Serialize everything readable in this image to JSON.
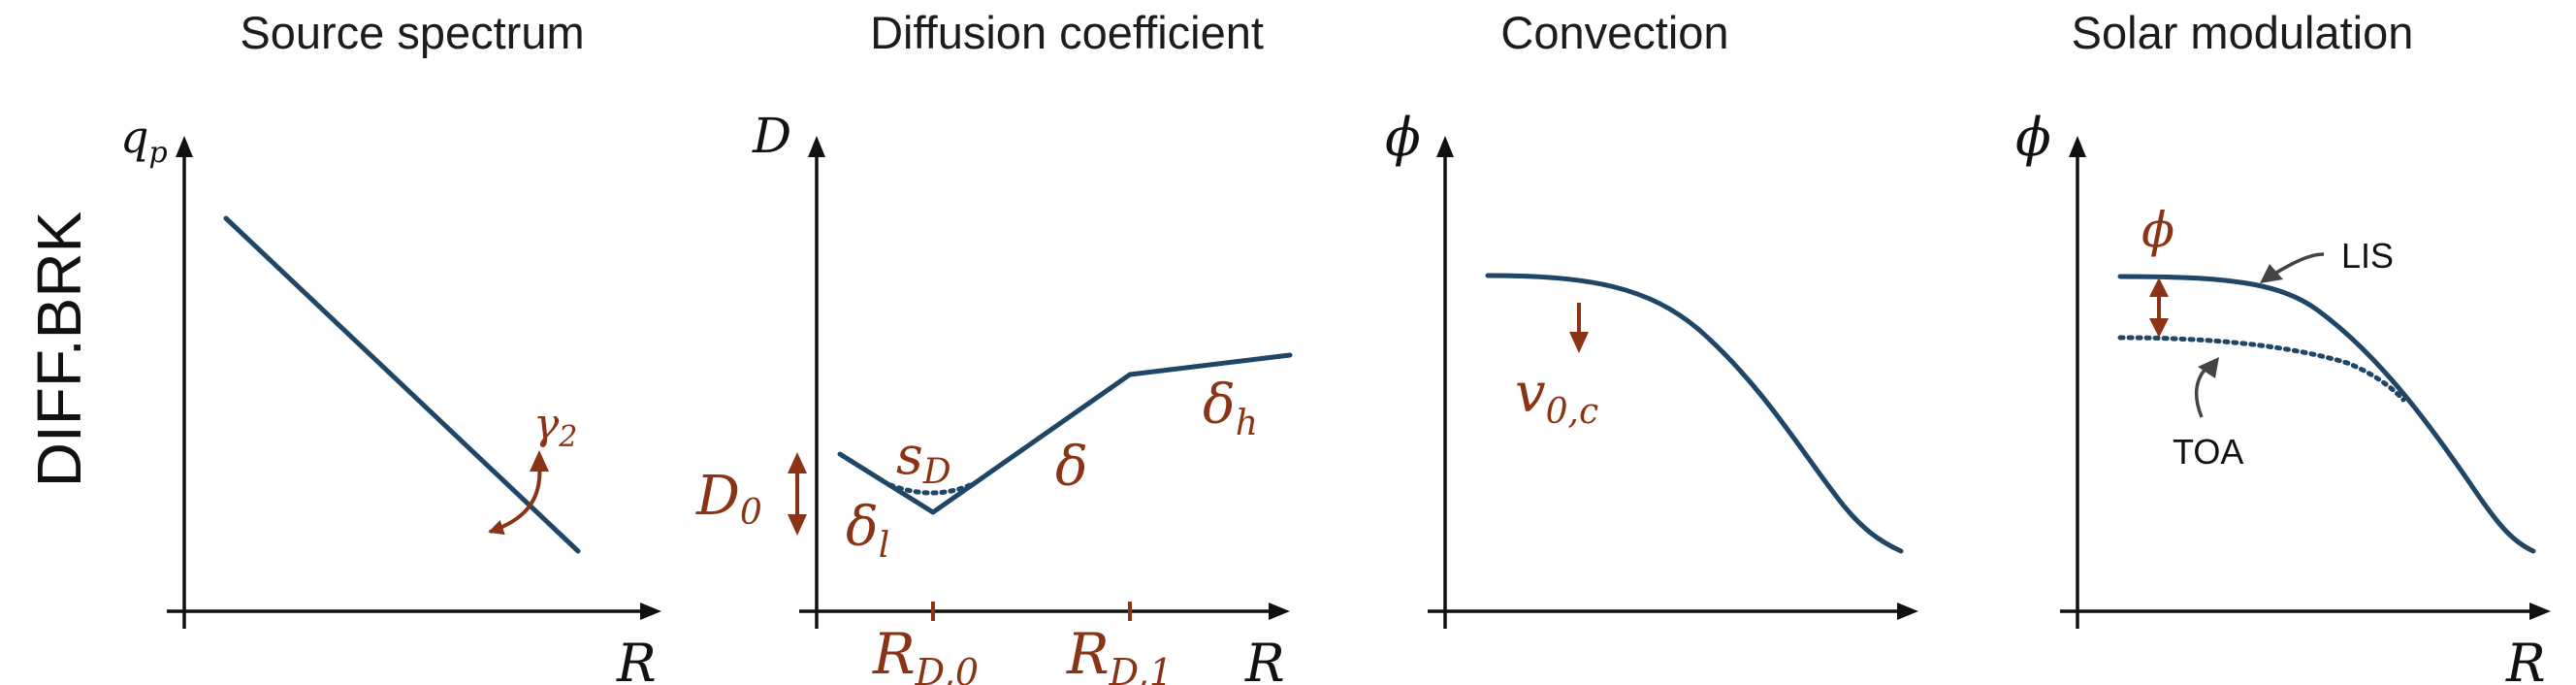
{
  "row_label": "DIFF.BRK",
  "panels": [
    {
      "title": "Source spectrum",
      "y_axis": "q",
      "y_axis_sub": "p",
      "x_axis": "R",
      "annotations": {
        "gamma": "γ",
        "gamma_sub": "2"
      }
    },
    {
      "title": "Diffusion coefficient",
      "y_axis": "D",
      "x_axis": "R",
      "annotations": {
        "d0": "D",
        "d0_sub": "0",
        "sd": "s",
        "sd_sub": "D",
        "delta_l": "δ",
        "delta_l_sub": "l",
        "delta": "δ",
        "delta_h": "δ",
        "delta_h_sub": "h",
        "rd0": "R",
        "rd0_sub": "D,0",
        "rd1": "R",
        "rd1_sub": "D,1"
      }
    },
    {
      "title": "Convection",
      "y_axis": "ϕ",
      "annotations": {
        "v0c": "v",
        "v0c_sub": "0,c"
      }
    },
    {
      "title": "Solar modulation",
      "y_axis": "ϕ",
      "x_axis": "R",
      "annotations": {
        "phi": "ϕ",
        "lis": "LIS",
        "toa": "TOA"
      }
    }
  ]
}
